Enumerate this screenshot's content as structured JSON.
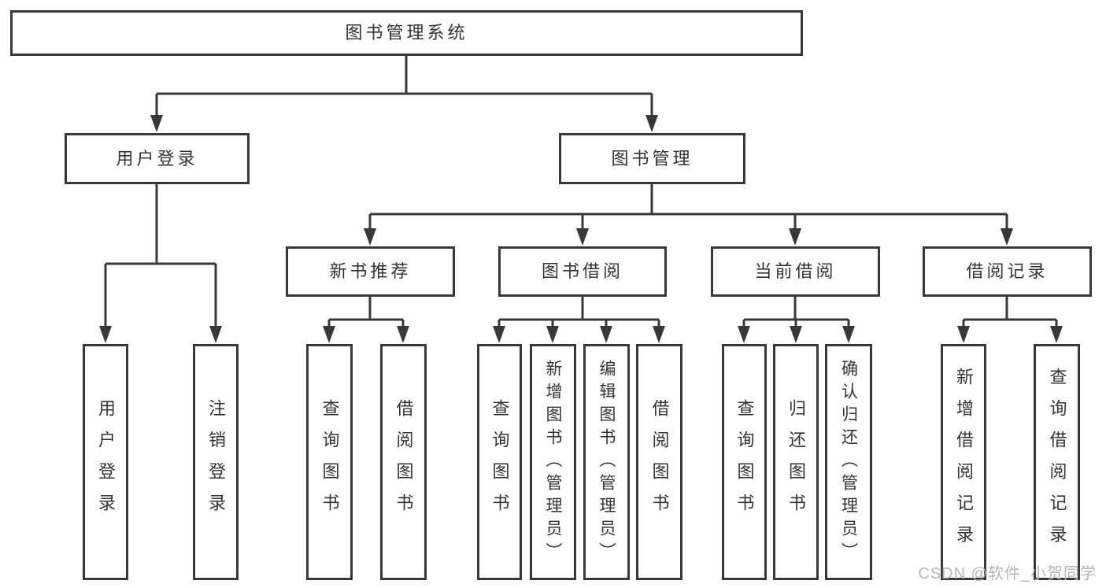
{
  "tree": {
    "root": {
      "label": "图书管理系统"
    },
    "branches": [
      {
        "label": "用户登录",
        "children": [
          {
            "label": "用户登录"
          },
          {
            "label": "注销登录"
          }
        ]
      },
      {
        "label": "图书管理",
        "groups": [
          {
            "label": "新书推荐",
            "children": [
              {
                "label": "查询图书"
              },
              {
                "label": "借阅图书"
              }
            ]
          },
          {
            "label": "图书借阅",
            "children": [
              {
                "label": "查询图书"
              },
              {
                "label": "新增图书（管理员）"
              },
              {
                "label": "编辑图书（管理员）"
              },
              {
                "label": "借阅图书"
              }
            ]
          },
          {
            "label": "当前借阅",
            "children": [
              {
                "label": "查询图书"
              },
              {
                "label": "归还图书"
              },
              {
                "label": "确认归还（管理员）"
              }
            ]
          },
          {
            "label": "借阅记录",
            "children": [
              {
                "label": "新增借阅记录"
              },
              {
                "label": "查询借阅记录"
              }
            ]
          }
        ]
      }
    ]
  },
  "watermark": {
    "text": "CSDN @软件_小贺同学"
  },
  "colors": {
    "line": "#383838",
    "text": "#333333",
    "box_fill": "#ffffff",
    "background": "#ffffff",
    "watermark": "#b5b5b5"
  }
}
